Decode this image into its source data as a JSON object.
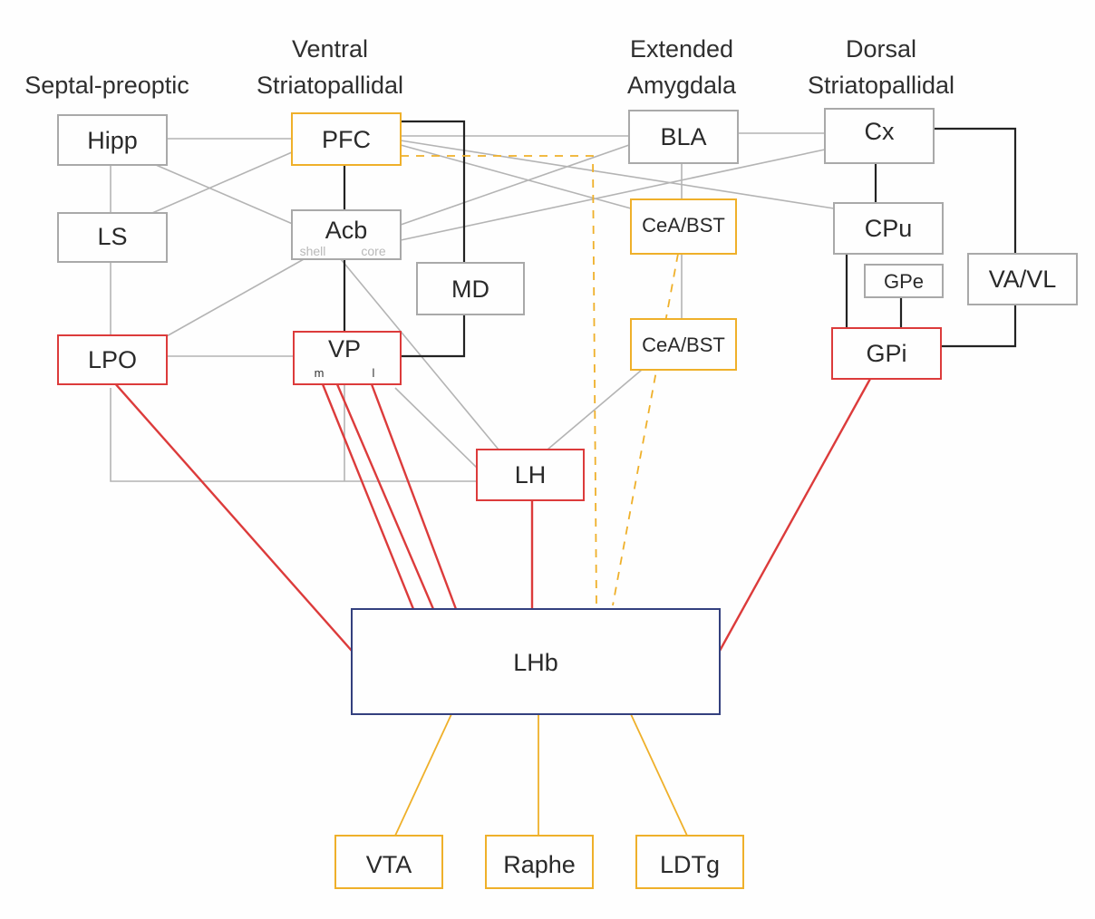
{
  "headers": {
    "septal": "Septal-preoptic",
    "ventral_line1": "Ventral",
    "ventral_line2": "Striatopallidal",
    "extended_line1": "Extended",
    "extended_line2": "Amygdala",
    "dorsal_line1": "Dorsal",
    "dorsal_line2": "Striatopallidal"
  },
  "nodes": {
    "hipp": "Hipp",
    "pfc": "PFC",
    "bla": "BLA",
    "cx": "Cx",
    "ls": "LS",
    "acb": "Acb",
    "acb_shell": "shell",
    "acb_core": "core",
    "cea_bst_1": "CeA/BST",
    "cpu": "CPu",
    "md": "MD",
    "gpe": "GPe",
    "va_vl": "VA/VL",
    "lpo": "LPO",
    "vp": "VP",
    "vp_m": "m",
    "vp_l": "l",
    "cea_bst_2": "CeA/BST",
    "gpi": "GPi",
    "lh": "LH",
    "lhb": "LHb",
    "vta": "VTA",
    "raphe": "Raphe",
    "ldtg": "LDTg"
  },
  "colors": {
    "gray": "#a9a9a9",
    "orange": "#efb02a",
    "red": "#dc3b3b",
    "dark": "#232323",
    "blue": "#33407e"
  }
}
